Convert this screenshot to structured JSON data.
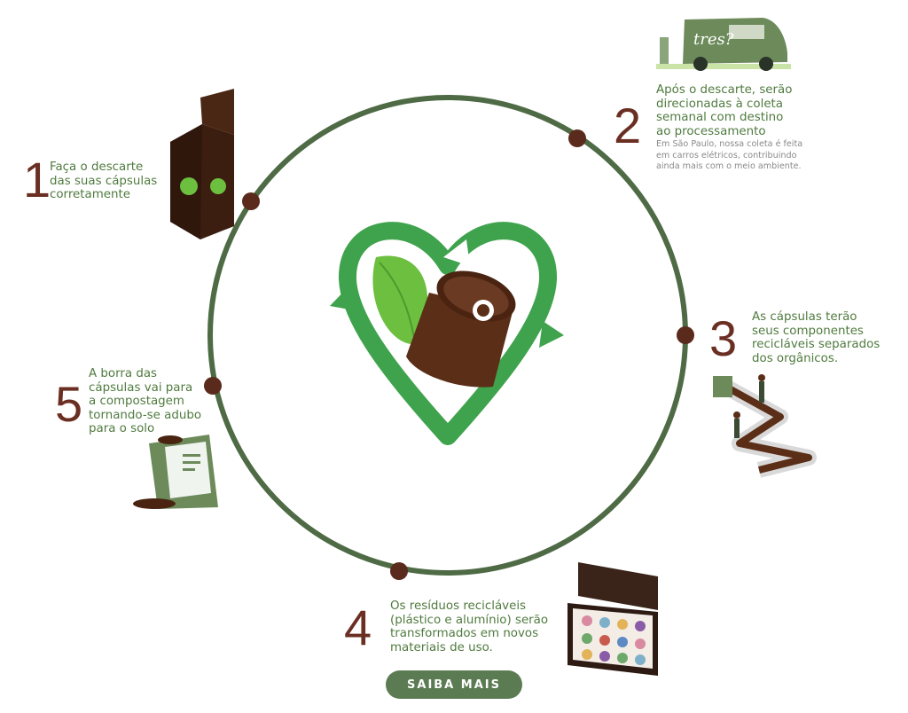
{
  "steps": [
    {
      "number": "1",
      "text": "Faça o descarte\ndas suas cápsulas\ncorretamente"
    },
    {
      "number": "2",
      "text": "Após o descarte, serão\ndirecionadas à coleta\nsemanal com destino\nao processamento",
      "note": "Em São Paulo, nossa coleta é feita\nem carros elétricos,  contribuindo\nainda mais com o meio ambiente."
    },
    {
      "number": "3",
      "text": "As cápsulas terão\nseus componentes\nrecicláveis separados\ndos orgânicos."
    },
    {
      "number": "4",
      "text": "Os resíduos recicláveis\n(plástico e alumínio) serão\ntransformados em novos\nmateriais de uso."
    },
    {
      "number": "5",
      "text": "A borra das\ncápsulas vai para\na compostagem\ntornando-se adubo\npara o solo"
    }
  ],
  "van_logo": "tres?",
  "button_label": "SAIBA MAIS",
  "colors": {
    "ring": "#4e6b45",
    "dot": "#5a2a1c",
    "number": "#6a2f22",
    "text": "#4f7a3e",
    "note": "#8a8a8a",
    "heart_green": "#3fa34d",
    "leaf_green": "#6cbf3f",
    "capsule_brown": "#5b2e17",
    "button_bg": "#5b7b52",
    "van": "#6c8a5a"
  }
}
